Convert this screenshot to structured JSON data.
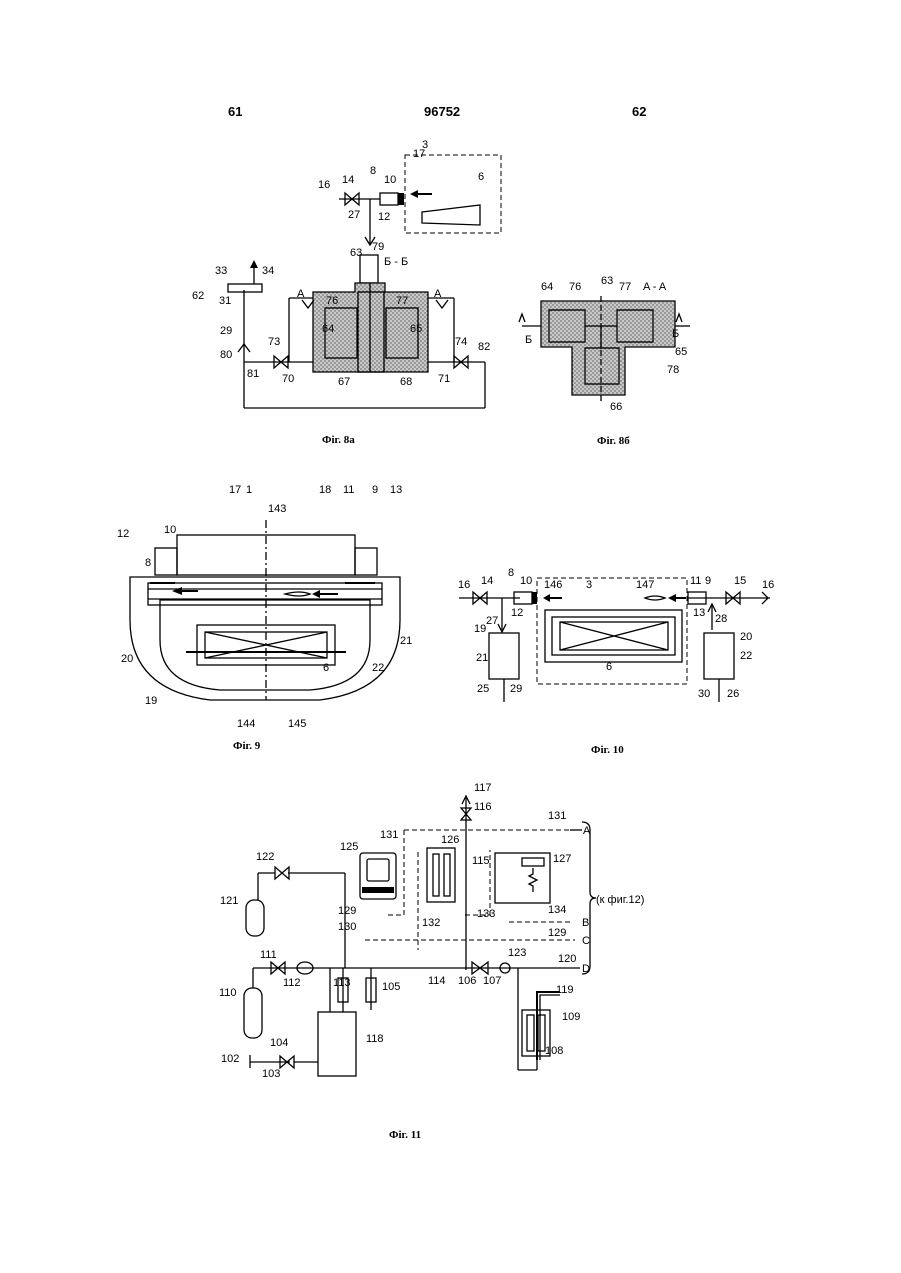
{
  "header": {
    "left": "61",
    "center": "96752",
    "right": "62"
  },
  "fig8a": {
    "caption": "Фіг. 8а",
    "section": "Б - Б",
    "arrow_a": "A",
    "labels": {
      "n3": "3",
      "n6": "6",
      "n8": "8",
      "n10": "10",
      "n12": "12",
      "n14": "14",
      "n16": "16",
      "n17": "17",
      "n27": "27",
      "n29": "29",
      "n31": "31",
      "n33": "33",
      "n34": "34",
      "n62": "62",
      "n63": "63",
      "n64": "64",
      "n65": "65",
      "n67": "67",
      "n68": "68",
      "n70": "70",
      "n71": "71",
      "n73": "73",
      "n74": "74",
      "n76": "76",
      "n77": "77",
      "n79": "79",
      "n80": "80",
      "n81": "81",
      "n82": "82"
    }
  },
  "fig8b": {
    "caption": "Фіг. 8б",
    "section": "A - A",
    "arrow_b": "Б",
    "labels": {
      "n63": "63",
      "n64": "64",
      "n65": "65",
      "n66": "66",
      "n76": "76",
      "n77": "77",
      "n78": "78"
    }
  },
  "fig9": {
    "caption": "Фіг. 9",
    "labels": {
      "n1": "1",
      "n6": "6",
      "n8": "8",
      "n9": "9",
      "n10": "10",
      "n11": "11",
      "n12": "12",
      "n13": "13",
      "n17": "17",
      "n18": "18",
      "n19": "19",
      "n20": "20",
      "n21": "21",
      "n22": "22",
      "n143": "143",
      "n144": "144",
      "n145": "145"
    }
  },
  "fig10": {
    "caption": "Фіг. 10",
    "labels": {
      "n3": "3",
      "n6": "6",
      "n8": "8",
      "n9": "9",
      "n10": "10",
      "n11": "11",
      "n12": "12",
      "n13": "13",
      "n14": "14",
      "n15": "15",
      "n16a": "16",
      "n16b": "16",
      "n19": "19",
      "n20": "20",
      "n21": "21",
      "n22": "22",
      "n25": "25",
      "n26": "26",
      "n27": "27",
      "n28": "28",
      "n29": "29",
      "n30": "30",
      "n146": "146",
      "n147": "147"
    }
  },
  "fig11": {
    "caption": "Фіг. 11",
    "ref": "(к фиг.12)",
    "letters": {
      "A": "A",
      "B": "B",
      "C": "C",
      "D": "D"
    },
    "labels": {
      "n102": "102",
      "n103": "103",
      "n104": "104",
      "n105": "105",
      "n106": "106",
      "n107": "107",
      "n108": "108",
      "n109": "109",
      "n110": "110",
      "n111": "111",
      "n112": "112",
      "n113": "113",
      "n114": "114",
      "n115": "115",
      "n116": "116",
      "n117": "117",
      "n118": "118",
      "n119": "119",
      "n120": "120",
      "n121": "121",
      "n122": "122",
      "n123": "123",
      "n125": "125",
      "n126": "126",
      "n127": "127",
      "n129a": "129",
      "n129b": "129",
      "n130": "130",
      "n131a": "131",
      "n131b": "131",
      "n132": "132",
      "n133": "133",
      "n134": "134"
    }
  }
}
